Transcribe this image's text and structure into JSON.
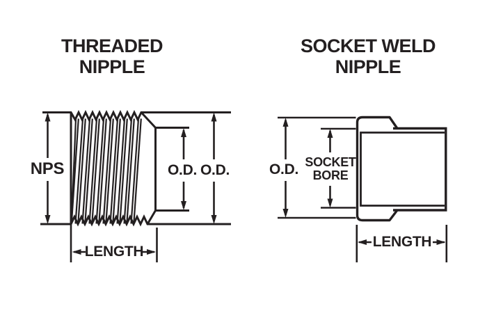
{
  "colors": {
    "background": "#ffffff",
    "ink": "#231f20"
  },
  "left_diagram": {
    "title_line1": "THREADED",
    "title_line2": "NIPPLE",
    "dim_nps": "NPS",
    "dim_od_inner": "O.D.",
    "dim_od_outer": "O.D.",
    "dim_length": "LENGTH"
  },
  "right_diagram": {
    "title_line1": "SOCKET WELD",
    "title_line2": "NIPPLE",
    "dim_od": "O.D.",
    "dim_socket_bore_line1": "SOCKET",
    "dim_socket_bore_line2": "BORE",
    "dim_length": "LENGTH"
  }
}
